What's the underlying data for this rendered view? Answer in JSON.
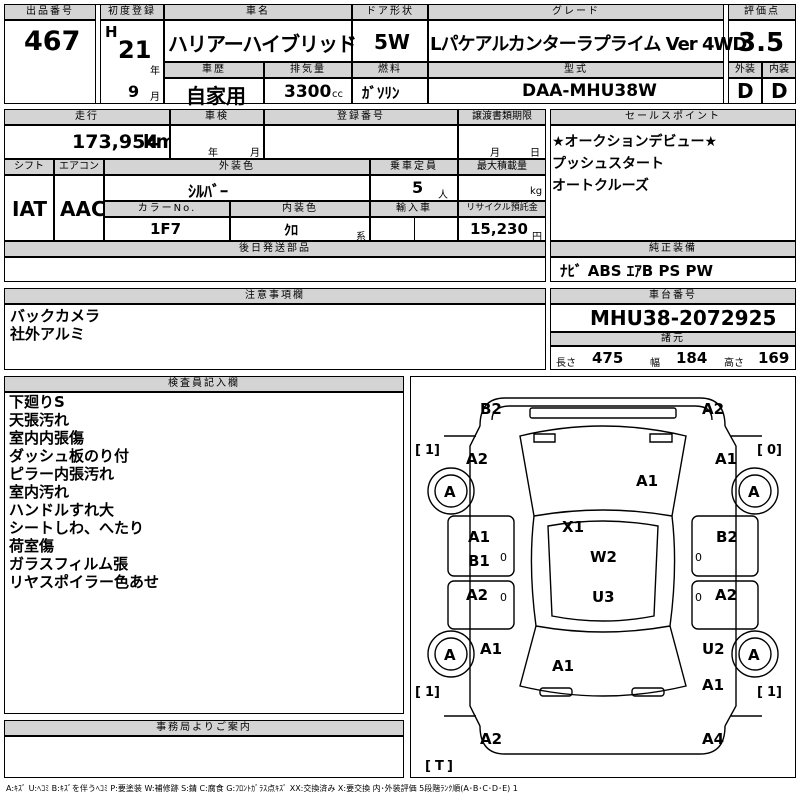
{
  "lot": {
    "label": "出品番号",
    "value": "467"
  },
  "first_reg": {
    "label": "初度登録",
    "era": "H",
    "year": "21",
    "year_unit": "年",
    "month": "9",
    "month_unit": "月"
  },
  "car_name": {
    "label": "車名",
    "value": "ハリアーハイブリッド"
  },
  "door": {
    "label": "ドア形状",
    "value": "5W"
  },
  "grade": {
    "label": "グレード",
    "value": "Lパケアルカンターラプライム Ver 4WD"
  },
  "score": {
    "label": "評価点",
    "value": "3.5",
    "exterior_label": "外装",
    "exterior": "D",
    "interior_label": "内装",
    "interior": "D"
  },
  "history": {
    "label": "車歴",
    "value": "自家用"
  },
  "displacement": {
    "label": "排気量",
    "value": "3300",
    "unit": "cc"
  },
  "fuel": {
    "label": "燃料",
    "value": "ｶﾞｿﾘﾝ"
  },
  "model": {
    "label": "型式",
    "value": "DAA-MHU38W"
  },
  "mileage": {
    "label": "走行",
    "value": "173,954",
    "unit": "km"
  },
  "inspection": {
    "label": "車検",
    "year_unit": "年",
    "month_unit": "月"
  },
  "reg_no": {
    "label": "登録番号"
  },
  "transfer": {
    "label": "譲渡書類期限",
    "month_unit": "月",
    "day_unit": "日"
  },
  "shift": {
    "label": "シフト",
    "value": "IAT"
  },
  "aircon": {
    "label": "エアコン",
    "value": "AAC"
  },
  "ext_color": {
    "label": "外装色",
    "value": "ｼﾙﾊﾞｰ"
  },
  "capacity": {
    "label": "乗車定員",
    "value": "5",
    "unit": "人"
  },
  "max_load": {
    "label": "最大積載量",
    "unit": "kg"
  },
  "color_no": {
    "label": "カラーNo.",
    "value": "1F7"
  },
  "int_color": {
    "label": "内装色",
    "value": "ｸﾛ",
    "unit": "系"
  },
  "import": {
    "label": "輸入車"
  },
  "recycle": {
    "label": "リサイクル預託金",
    "value": "15,230",
    "unit": "円"
  },
  "later": {
    "label": "後日発送部品"
  },
  "sales_points": {
    "label": "セールスポイント",
    "items": [
      "★オークションデビュー★",
      "プッシュスタート",
      "オートクルーズ"
    ]
  },
  "equipment": {
    "label": "純正装備",
    "value": "ﾅﾋﾞ ABS ｴｱB PS PW"
  },
  "caution": {
    "label": "注意事項欄",
    "items": [
      "バックカメラ",
      "社外アルミ"
    ]
  },
  "chassis": {
    "label": "車台番号",
    "value": "MHU38-2072925"
  },
  "dims": {
    "label": "諸元",
    "length_label": "長さ",
    "length": "475",
    "width_label": "幅",
    "width": "184",
    "height_label": "高さ",
    "height": "169"
  },
  "inspector": {
    "label": "検査員記入欄",
    "items": [
      "下廻りS",
      "天張汚れ",
      "室内内張傷",
      "ダッシュ板のり付",
      "ピラー内張汚れ",
      "室内汚れ",
      "ハンドルすれ大",
      "シートしわ、へたり",
      "荷室傷",
      "ガラスフィルム張",
      "リヤスポイラー色あせ"
    ]
  },
  "office": {
    "label": "事務局よりご案内"
  },
  "diagram": {
    "marks": [
      "B2",
      "A2",
      "A2",
      "A1",
      "A",
      "A",
      "A1",
      "X1",
      "A1",
      "B2",
      "B1",
      "W2",
      "A2",
      "U3",
      "A2",
      "A",
      "A1",
      "U2",
      "A",
      "A1",
      "A1",
      "A2",
      "A4"
    ],
    "brackets": [
      "1",
      "0",
      "1",
      "1",
      "T"
    ],
    "side_zeros": [
      "0",
      "0",
      "0",
      "0"
    ]
  },
  "legend": "A:ｷｽﾞ U:ﾍｺﾐ B:ｷｽﾞを伴うﾍｺﾐ P:要塗装 W:補修跡 S:錆 C:腐食 G:ﾌﾛﾝﾄｶﾞﾗｽ点ｷｽﾞ XX:交換済み X:要交換 内･外装評価 5段階ﾗﾝｸ順(A･B･C･D･E) 1"
}
